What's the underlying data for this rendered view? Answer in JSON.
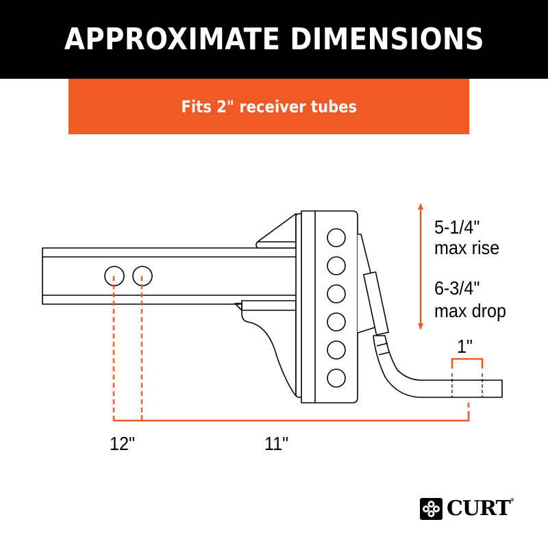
{
  "header": {
    "title": "APPROXIMATE DIMENSIONS",
    "background": "#000000",
    "text_color": "#ffffff"
  },
  "banner": {
    "text": "Fits 2\" receiver tubes",
    "background": "#f15a24",
    "text_color": "#ffffff"
  },
  "dimensions": {
    "rise_value": "5-1/4\"",
    "rise_label": "max rise",
    "drop_value": "6-3/4\"",
    "drop_label": "max drop",
    "ball_hole": "1\"",
    "shank_length": "12\"",
    "offset_length": "11\""
  },
  "diagram": {
    "subject": "adjustable ball mount hitch",
    "shank_pin_holes": 2,
    "mount_adjustment_holes": 6,
    "accent_color": "#f15a24",
    "line_color": "#000000"
  },
  "brand": {
    "name": "CURT",
    "registered_mark": "®",
    "icon": "curt-logo-icon"
  }
}
